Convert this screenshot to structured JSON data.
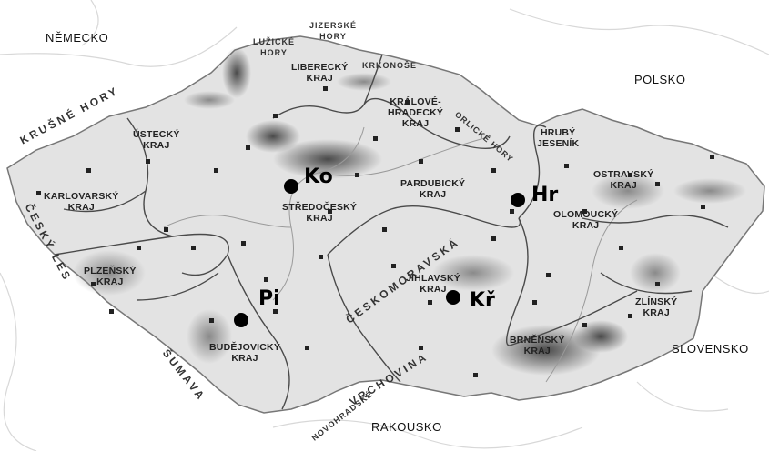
{
  "countries": {
    "nemecko": "NĚMECKO",
    "polsko": "POLSKO",
    "slovensko": "SLOVENSKO",
    "rakousko": "RAKOUSKO"
  },
  "regions": {
    "liberecky": "LIBERECKÝ\nKRAJ",
    "kralovehradecky": "KRÁLOVÉ-\nHRADECKÝ\nKRAJ",
    "ustecky": "ÚSTECKÝ\nKRAJ",
    "karlovarsky": "KARLOVARSKÝ\nKRAJ",
    "stredocesky": "STŘEDOČESKÝ\nKRAJ",
    "pardubicky": "PARDUBICKÝ\nKRAJ",
    "ostravsky": "OSTRAVSKÝ\nKRAJ",
    "olomoucky": "OLOMOUCKÝ\nKRAJ",
    "plzensky": "PLZEŇSKÝ\nKRAJ",
    "jihlavsky": "JIHLAVSKÝ\nKRAJ",
    "zlinsky": "ZLÍNSKÝ\nKRAJ",
    "budejovicky": "BUDĚJOVICKÝ\nKRAJ",
    "brnensky": "BRNĚNSKÝ\nKRAJ"
  },
  "mountains": {
    "krusne_hory": "KRUŠNÉ HORY",
    "luzicke_hory": "LUŽICKÉ\nHORY",
    "jizerske_hory": "JIZERSKÉ\nHORY",
    "krkonose": "KRKONOŠE",
    "orlicke_hory": "ORLICKÉ HORY",
    "hruby_jesenik": "HRUBÝ\nJESENÍK",
    "cesky_les": "ČESKÝ LES",
    "sumava": "ŠUMAVA",
    "ceskomoravska": "ČESKOMORAVSKÁ",
    "vrchovina": "VRCHOVINA",
    "novohradske": "NOVOHRADSKÉ"
  },
  "markers": [
    {
      "id": "ko",
      "label": "Ko"
    },
    {
      "id": "hr",
      "label": "Hr"
    },
    {
      "id": "pi",
      "label": "Pi"
    },
    {
      "id": "kr",
      "label": "Kř"
    }
  ],
  "colors": {
    "land": "#e2e2e2",
    "outside": "#ffffff",
    "border": "#555555",
    "relief": "#6a6a6a"
  }
}
